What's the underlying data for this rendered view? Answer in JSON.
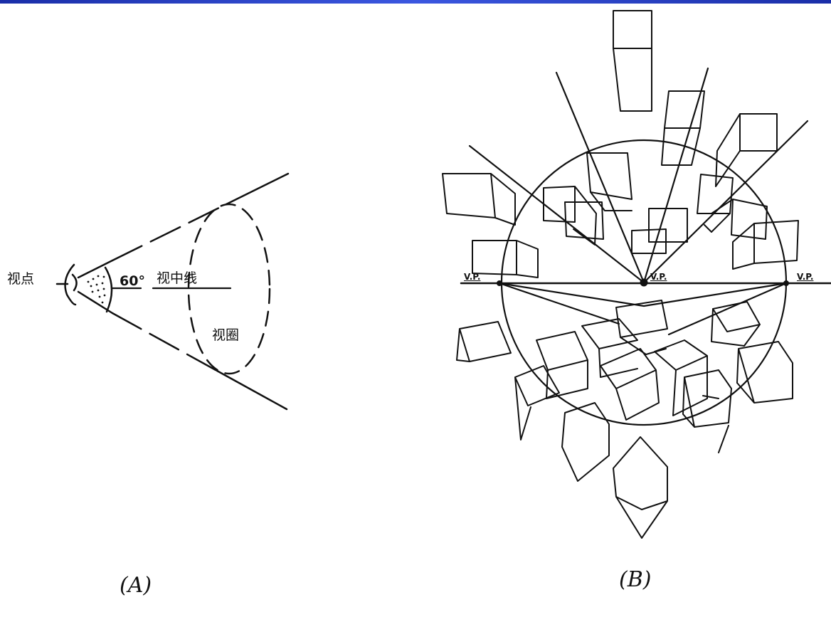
{
  "colors": {
    "ink": "#111111",
    "banner": "#2a40c8",
    "background": "#ffffff"
  },
  "figure_a": {
    "viewpoint_label": "视点",
    "angle_label": "60°",
    "sight_line_label": "视中线",
    "view_circle_label": "视圈",
    "caption": "(A)"
  },
  "figure_b": {
    "vp_left": "V.P.",
    "vp_center": "V.P.",
    "vp_right": "V.P.",
    "caption": "(B)"
  }
}
